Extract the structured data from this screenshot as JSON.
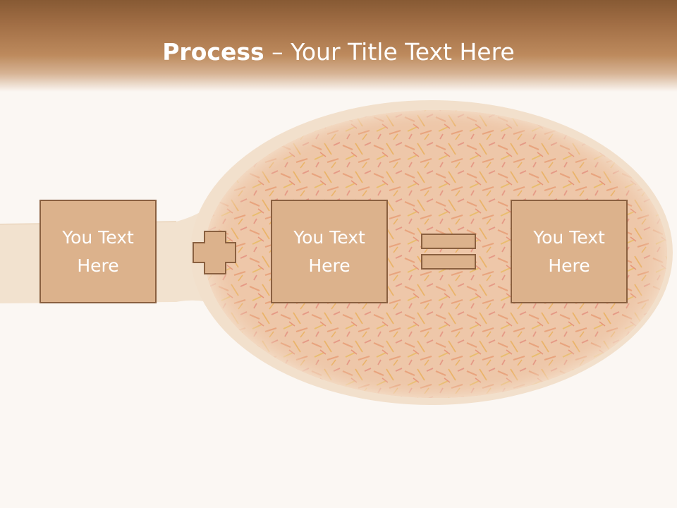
{
  "slide": {
    "title_bold": "Process",
    "title_rest": " – Your Title Text Here",
    "boxes": [
      {
        "line1": "You Text",
        "line2": "Here"
      },
      {
        "line1": "You Text",
        "line2": "Here"
      },
      {
        "line1": "You Text",
        "line2": "Here"
      }
    ],
    "operators": [
      "plus-icon",
      "equals-icon"
    ]
  },
  "colors": {
    "header_dark": "#875a34",
    "header_light": "#d6b394",
    "box_fill": "#dcb28c",
    "box_border": "#8a6040",
    "text": "#ffffff",
    "background": "#fbf7f3"
  }
}
